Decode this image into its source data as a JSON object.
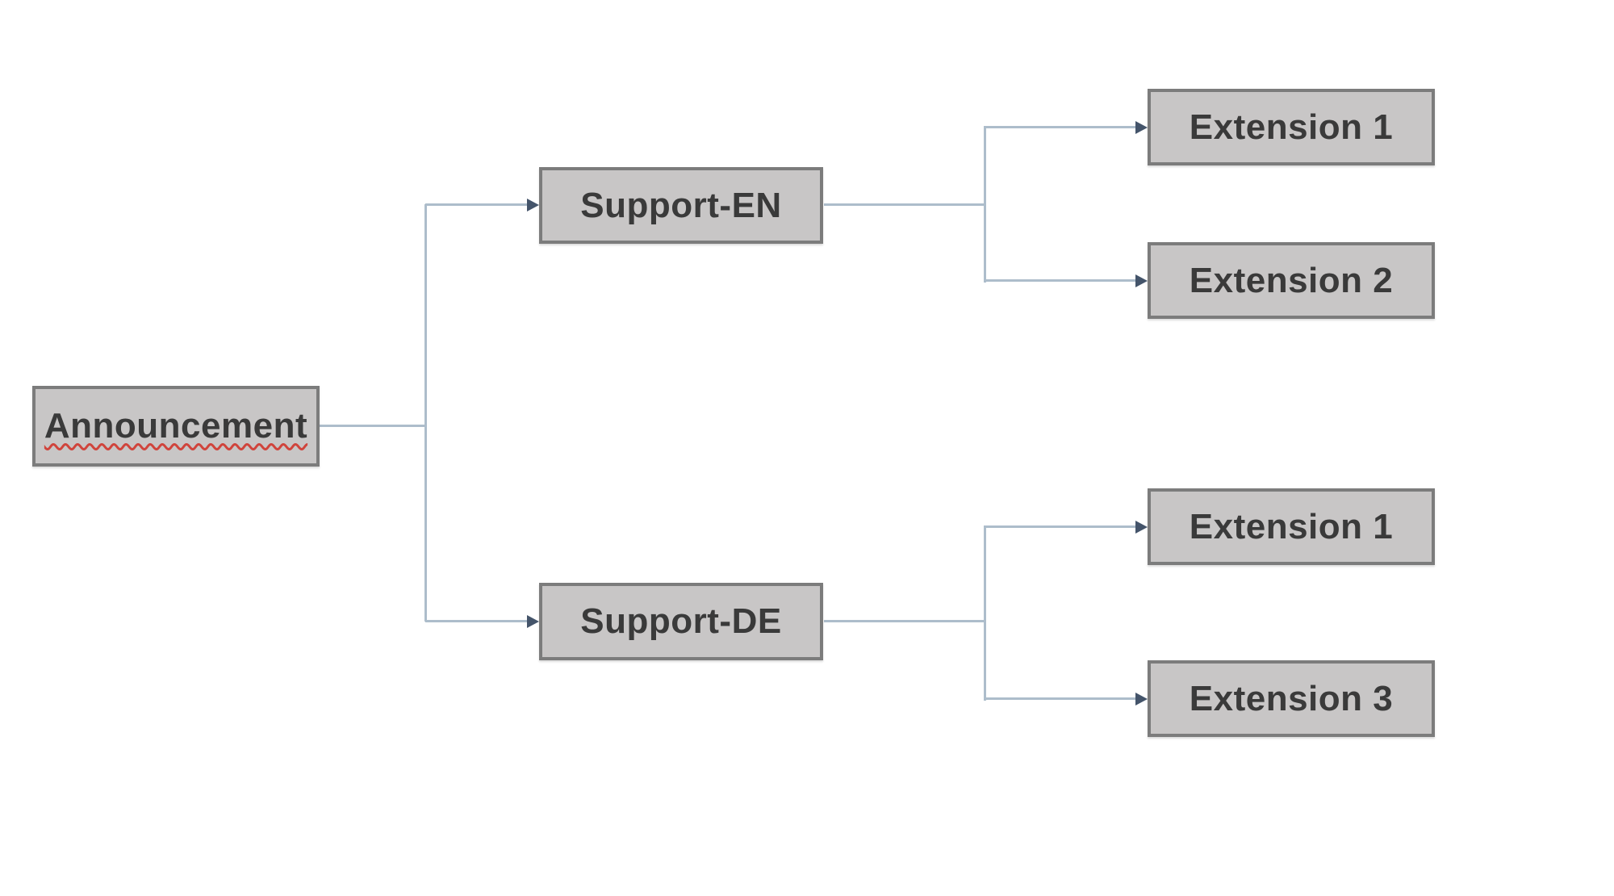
{
  "diagram": {
    "type": "tree",
    "background_color": "#ffffff",
    "node_fill_color": "#c8c6c6",
    "node_border_color": "#7c7c7c",
    "node_text_color": "#3a3a3a",
    "connector_color": "#adbdcb",
    "arrowhead_color": "#44546a",
    "spellcheck_underline_color": "#d0443c",
    "nodes": [
      {
        "id": "announcement",
        "label": "Announcement",
        "level": 0,
        "spellcheck_squiggle": true
      },
      {
        "id": "support-en",
        "label": "Support-EN",
        "level": 1,
        "spellcheck_squiggle": false
      },
      {
        "id": "support-de",
        "label": "Support-DE",
        "level": 1,
        "spellcheck_squiggle": false
      },
      {
        "id": "ext1-en",
        "label": "Extension 1",
        "level": 2,
        "spellcheck_squiggle": false
      },
      {
        "id": "ext2-en",
        "label": "Extension 2",
        "level": 2,
        "spellcheck_squiggle": false
      },
      {
        "id": "ext1-de",
        "label": "Extension 1",
        "level": 2,
        "spellcheck_squiggle": false
      },
      {
        "id": "ext3-de",
        "label": "Extension 3",
        "level": 2,
        "spellcheck_squiggle": false
      }
    ],
    "edges": [
      {
        "from": "Announcement",
        "to": "Support-EN",
        "style": "elbow",
        "arrowhead": "into-target"
      },
      {
        "from": "Announcement",
        "to": "Support-DE",
        "style": "elbow",
        "arrowhead": "into-target"
      },
      {
        "from": "Support-EN",
        "to": "Extension 1",
        "style": "elbow",
        "arrowhead": "into-target"
      },
      {
        "from": "Support-EN",
        "to": "Extension 2",
        "style": "elbow",
        "arrowhead": "into-target"
      },
      {
        "from": "Support-DE",
        "to": "Extension 1",
        "style": "elbow",
        "arrowhead": "into-target"
      },
      {
        "from": "Support-DE",
        "to": "Extension 3",
        "style": "elbow",
        "arrowhead": "into-target"
      }
    ]
  }
}
